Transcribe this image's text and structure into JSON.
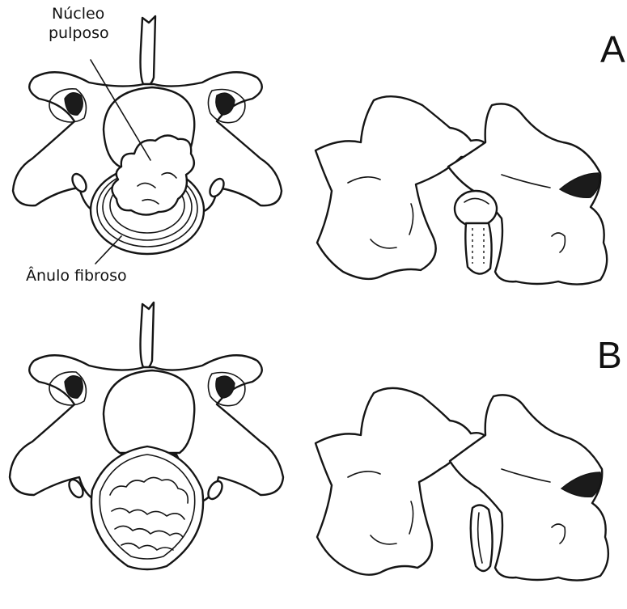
{
  "labels": {
    "nucleus_line1": "Núcleo",
    "nucleus_line2": "pulposo",
    "annulus": "Ânulo fibroso",
    "panel_a": "A",
    "panel_b": "B"
  },
  "colors": {
    "ink": "#151515",
    "paper": "#ffffff"
  }
}
